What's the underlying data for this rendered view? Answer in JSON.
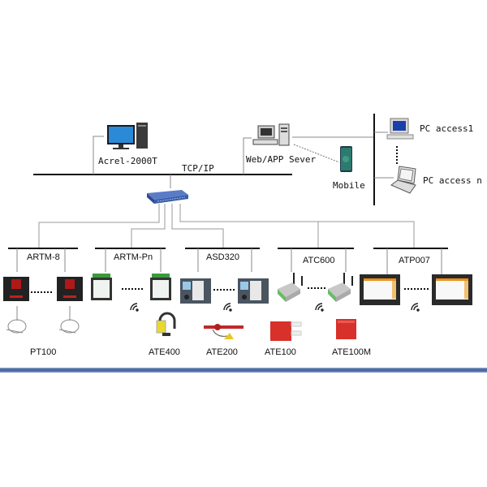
{
  "diagram": {
    "title": "Acrel wireless temperature monitoring system topology",
    "network_label": "TCP/IP",
    "top_nodes": [
      {
        "id": "acrel-2000t",
        "label": "Acrel-2000T",
        "icon": "desktop-computer-icon"
      },
      {
        "id": "web-app-server",
        "label": "Web/APP Sever",
        "icon": "server-workstation-icon"
      },
      {
        "id": "mobile",
        "label": "Mobile",
        "icon": "smartphone-icon"
      },
      {
        "id": "pc-access-1",
        "label": "PC access1",
        "icon": "crt-computer-icon"
      },
      {
        "id": "pc-access-n",
        "label": "PC access n",
        "icon": "laptop-icon"
      }
    ],
    "switch": {
      "label": "",
      "icon": "network-switch-icon"
    },
    "device_groups": [
      {
        "name": "ARTM-8",
        "device_icon": "temperature-meter-icon",
        "sensor": "PT100",
        "wireless": false
      },
      {
        "name": "ARTM-Pn",
        "device_icon": "multi-channel-meter-icon",
        "sensor": "ATE400",
        "wireless": true
      },
      {
        "name": "ASD320",
        "device_icon": "switchgear-display-icon",
        "sensor": "ATE200",
        "wireless": true
      },
      {
        "name": "ATC600",
        "device_icon": "wireless-receiver-icon",
        "sensor": "ATE100",
        "wireless": true
      },
      {
        "name": "ATP007",
        "device_icon": "touch-screen-icon",
        "sensor": "ATE100M",
        "wireless": true
      }
    ],
    "sensor_labels": [
      "PT100",
      "ATE400",
      "ATE200",
      "ATE100",
      "ATE100M"
    ],
    "colors": {
      "switch": "#3a5ea8",
      "sensor_red": "#d8302a",
      "sensor_yellow": "#e8d020",
      "bottom_bar": "#3c5a9a",
      "line_gray": "#9a9a9a",
      "bus_black": "#111111"
    }
  }
}
